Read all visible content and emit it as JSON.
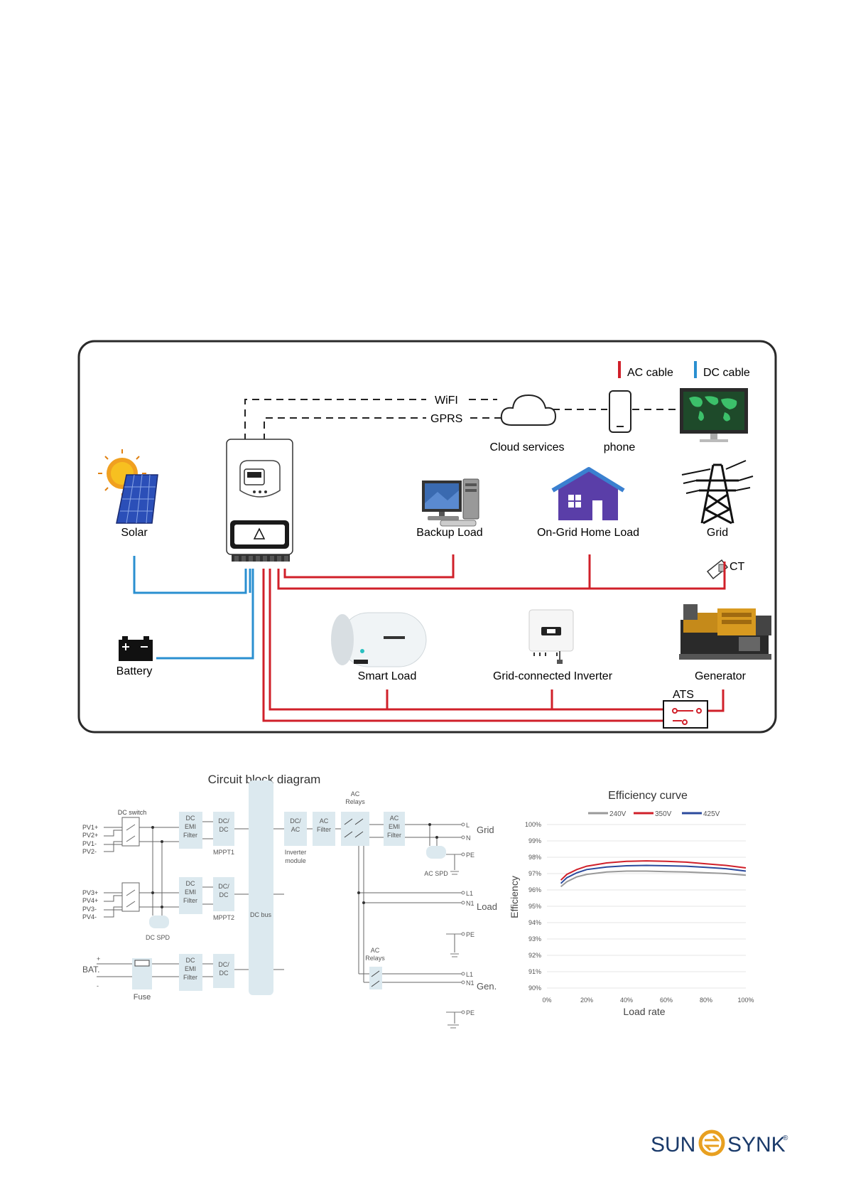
{
  "system": {
    "legend": {
      "ac": "AC cable",
      "dc": "DC cable"
    },
    "comm": {
      "wifi": "WiFI",
      "gprs": "GPRS"
    },
    "labels": {
      "cloud": "Cloud services",
      "phone": "phone",
      "solar": "Solar",
      "backup": "Backup Load",
      "ongrid": "On-Grid Home Load",
      "grid": "Grid",
      "ct": "CT",
      "battery": "Battery",
      "smart": "Smart Load",
      "gridinv": "Grid-connected Inverter",
      "generator": "Generator",
      "ats": "ATS"
    },
    "colors": {
      "ac": "#d0202a",
      "dc": "#2a8fd0",
      "frame": "#2a2a2a"
    }
  },
  "circuit": {
    "title": "Circuit block diagram",
    "dc_switch": "DC switch",
    "pv_group1": [
      "PV1+",
      "PV2+",
      "PV1-",
      "PV2-"
    ],
    "pv_group2": [
      "PV3+",
      "PV4+",
      "PV3-",
      "PV4-"
    ],
    "dc_emi": [
      "DC",
      "EMI",
      "Filter"
    ],
    "dcdc": [
      "DC/",
      "DC"
    ],
    "mppt1": "MPPT1",
    "mppt2": "MPPT2",
    "dc_spd": "DC SPD",
    "bat": "BAT.",
    "plus": "+",
    "minus": "-",
    "fuse": "Fuse",
    "dc_bus": "DC bus",
    "dcac": [
      "DC/",
      "AC"
    ],
    "inverter_module": [
      "Inverter",
      "module"
    ],
    "ac_filter": [
      "AC",
      "Filter"
    ],
    "ac_relays": [
      "AC",
      "Relays"
    ],
    "ac_emi": [
      "AC",
      "EMI",
      "Filter"
    ],
    "ac_spd": "AC SPD",
    "terminals": {
      "l": "L",
      "n": "N",
      "pe": "PE",
      "l1": "L1",
      "n1": "N1"
    },
    "grid": "Grid",
    "load": "Load",
    "gen": "Gen."
  },
  "chart_data": {
    "type": "line",
    "title": "Efficiency curve",
    "xlabel": "Load rate",
    "ylabel": "Efficiency",
    "x_ticks": [
      "0%",
      "20%",
      "40%",
      "60%",
      "80%",
      "100%"
    ],
    "y_ticks": [
      "90%",
      "91%",
      "92%",
      "93%",
      "94%",
      "95%",
      "96%",
      "97%",
      "98%",
      "99%",
      "100%"
    ],
    "xlim": [
      0,
      100
    ],
    "ylim": [
      90,
      100
    ],
    "legend_position": "top",
    "grid": true,
    "series": [
      {
        "name": "240V",
        "color": "#999999",
        "x": [
          7,
          10,
          15,
          20,
          30,
          40,
          50,
          60,
          70,
          80,
          90,
          100
        ],
        "y": [
          96.2,
          96.5,
          96.8,
          96.95,
          97.1,
          97.15,
          97.15,
          97.12,
          97.1,
          97.05,
          97.0,
          96.9
        ]
      },
      {
        "name": "350V",
        "color": "#d0202a",
        "x": [
          7,
          10,
          15,
          20,
          30,
          40,
          50,
          60,
          70,
          80,
          90,
          100
        ],
        "y": [
          96.6,
          96.95,
          97.25,
          97.45,
          97.65,
          97.75,
          97.78,
          97.75,
          97.7,
          97.6,
          97.5,
          97.35
        ]
      },
      {
        "name": "425V",
        "color": "#2b4a9c",
        "x": [
          7,
          10,
          15,
          20,
          30,
          40,
          50,
          60,
          70,
          80,
          90,
          100
        ],
        "y": [
          96.4,
          96.75,
          97.05,
          97.25,
          97.4,
          97.48,
          97.5,
          97.48,
          97.45,
          97.38,
          97.3,
          97.15
        ]
      }
    ]
  },
  "brand": {
    "left": "SUN",
    "right": "SYNK",
    "mark": "®"
  }
}
